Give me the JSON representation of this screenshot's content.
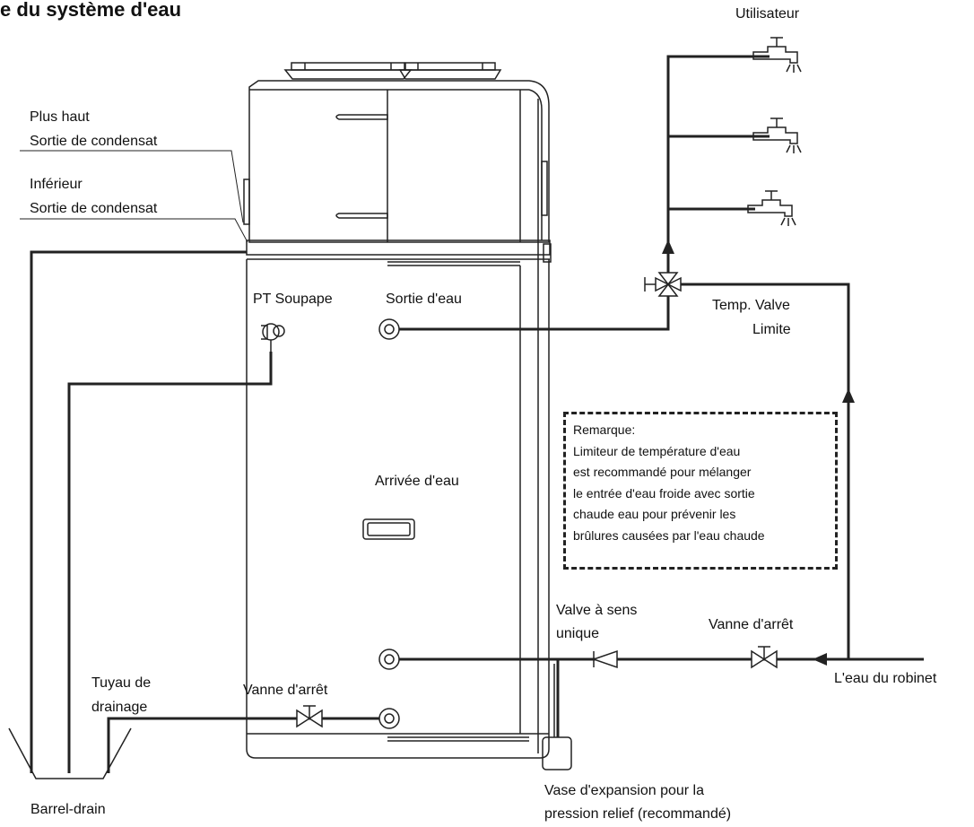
{
  "title": "e du système d'eau",
  "labels": {
    "user": "Utilisateur",
    "upper_outlet": [
      "Plus haut",
      "Sortie de condensat"
    ],
    "lower_outlet": [
      "Inférieur",
      "Sortie de condensat"
    ],
    "pt_valve": "PT Soupape",
    "water_outlet": "Sortie d'eau",
    "temp_valve": [
      "Temp. Valve",
      "Limite"
    ],
    "water_inlet": "Arrivée d'eau",
    "check_valve": [
      "Valve à sens",
      "unique"
    ],
    "shutoff_right": "Vanne d'arrêt",
    "tap_water": "L'eau du robinet",
    "drain_pipe": [
      "Tuyau de",
      "drainage"
    ],
    "shutoff_left": "Vanne d'arrêt",
    "barrel_drain": "Barrel-drain",
    "expansion_vessel": [
      "Vase d'expansion pour la",
      "pression relief (recommandé)"
    ]
  },
  "note": {
    "heading": "Remarque:",
    "lines": [
      "Limiteur de température d'eau",
      "est recommandé pour mélanger",
      "le entrée d'eau froide avec sortie",
      "chaude eau pour prévenir les",
      "brûlures causées par l'eau chaude"
    ]
  },
  "colors": {
    "line": "#222222",
    "background": "#ffffff"
  }
}
